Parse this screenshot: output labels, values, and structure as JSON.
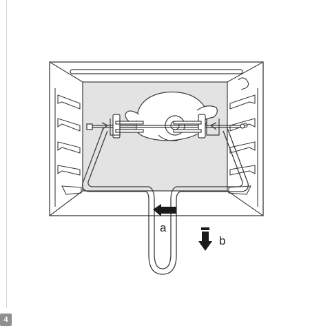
{
  "page": {
    "number": "4"
  },
  "figure": {
    "label_a": "a",
    "label_b": "b",
    "colors": {
      "line": "#3c3c3c",
      "shade": "#e3e3e3",
      "arrow": "#1a1a1a"
    }
  }
}
